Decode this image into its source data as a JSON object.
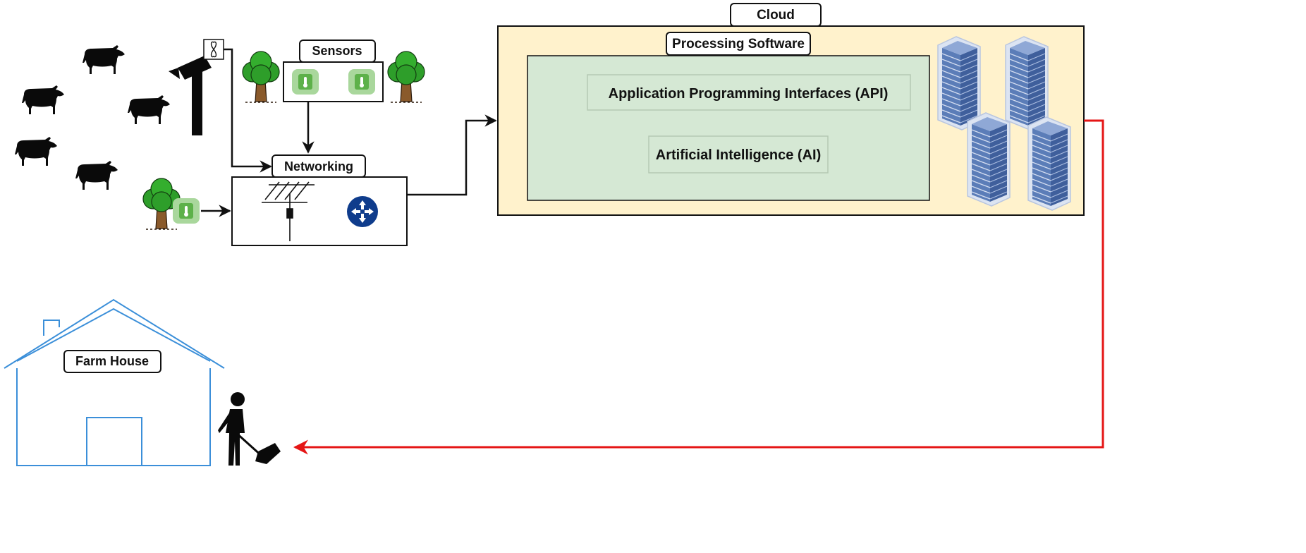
{
  "labels": {
    "cloud": "Cloud",
    "processing_software": "Processing Software",
    "api": "Application Programming Interfaces (API)",
    "ai": "Artificial Intelligence (AI)",
    "sensors": "Sensors",
    "networking": "Networking",
    "farm_house": "Farm House"
  },
  "icons": {
    "livestock": "cow-icon",
    "camera": "security-camera-icon",
    "fan": "fan-icon",
    "tree": "tree-icon",
    "sensor": "thermometer-sensor-icon",
    "antenna": "antenna-icon",
    "router": "router-icon",
    "servers": "server-rack-icon",
    "house": "house-icon",
    "farmer": "farmer-icon"
  },
  "colors": {
    "cloud_fill": "#FFF2CC",
    "processing_fill": "#D5E8D4",
    "sensor_green": "#8BC87A",
    "tree_green": "#2E9E2A",
    "router_blue": "#0F3C8C",
    "server_blue": "#5B7DB8",
    "house_blue": "#3B8FD9",
    "return_arrow_red": "#E51515",
    "stroke": "#111111"
  }
}
